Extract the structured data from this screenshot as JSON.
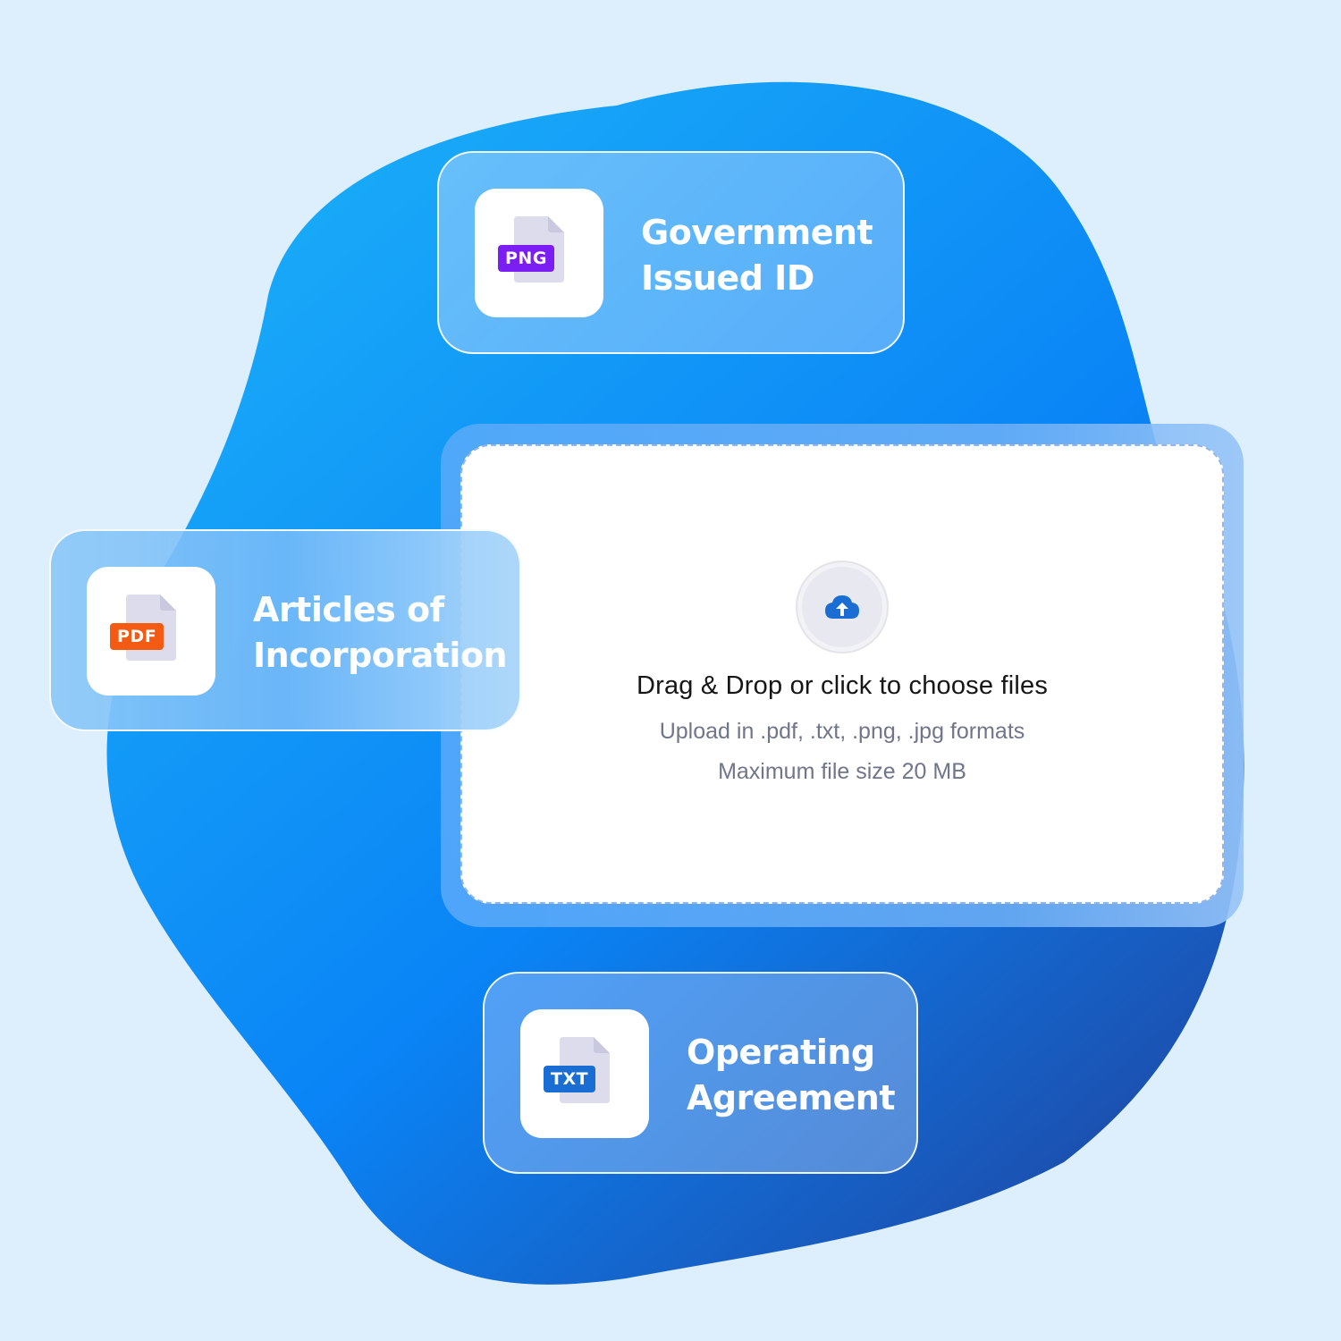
{
  "colors": {
    "page_background": "#ddeefd",
    "blob_gradient_start": "#19a8f8",
    "blob_gradient_mid": "#0a82f6",
    "blob_gradient_end": "#1d4fb0",
    "png_badge": "#7a1ef4",
    "pdf_badge": "#f45a12",
    "txt_badge": "#1a6dd2",
    "upload_icon": "#1a6dd2"
  },
  "documents": [
    {
      "badge": "PNG",
      "title_line1": "Government",
      "title_line2": "Issued ID",
      "icon": "png-file-icon"
    },
    {
      "badge": "PDF",
      "title_line1": "Articles of",
      "title_line2": "Incorporation",
      "icon": "pdf-file-icon"
    },
    {
      "badge": "TXT",
      "title_line1": "Operating",
      "title_line2": "Agreement",
      "icon": "txt-file-icon"
    }
  ],
  "upload": {
    "icon": "cloud-upload-icon",
    "title": "Drag & Drop or click to choose files",
    "formats": "Upload in .pdf, .txt, .png, .jpg formats",
    "max_size": "Maximum file size 20 MB"
  }
}
